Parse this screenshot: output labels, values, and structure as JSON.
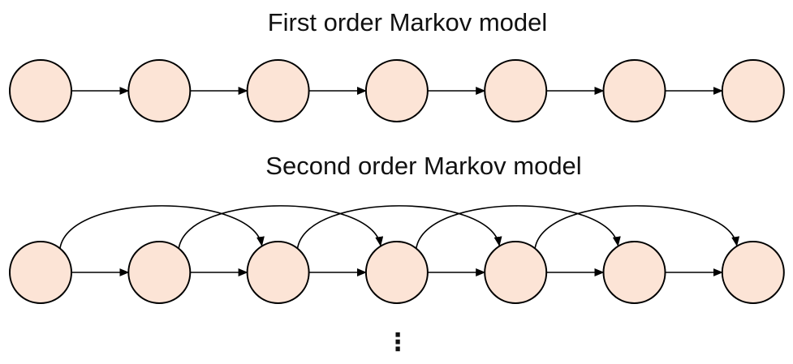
{
  "diagram": {
    "sections": [
      {
        "title": "First order Markov model",
        "order": 1,
        "node_count": 7
      },
      {
        "title": "Second order Markov model",
        "order": 2,
        "node_count": 7
      }
    ],
    "continuation": "⋮"
  },
  "colors": {
    "node_fill": "#FCE4D6",
    "node_stroke": "#000000",
    "edge": "#000000"
  }
}
